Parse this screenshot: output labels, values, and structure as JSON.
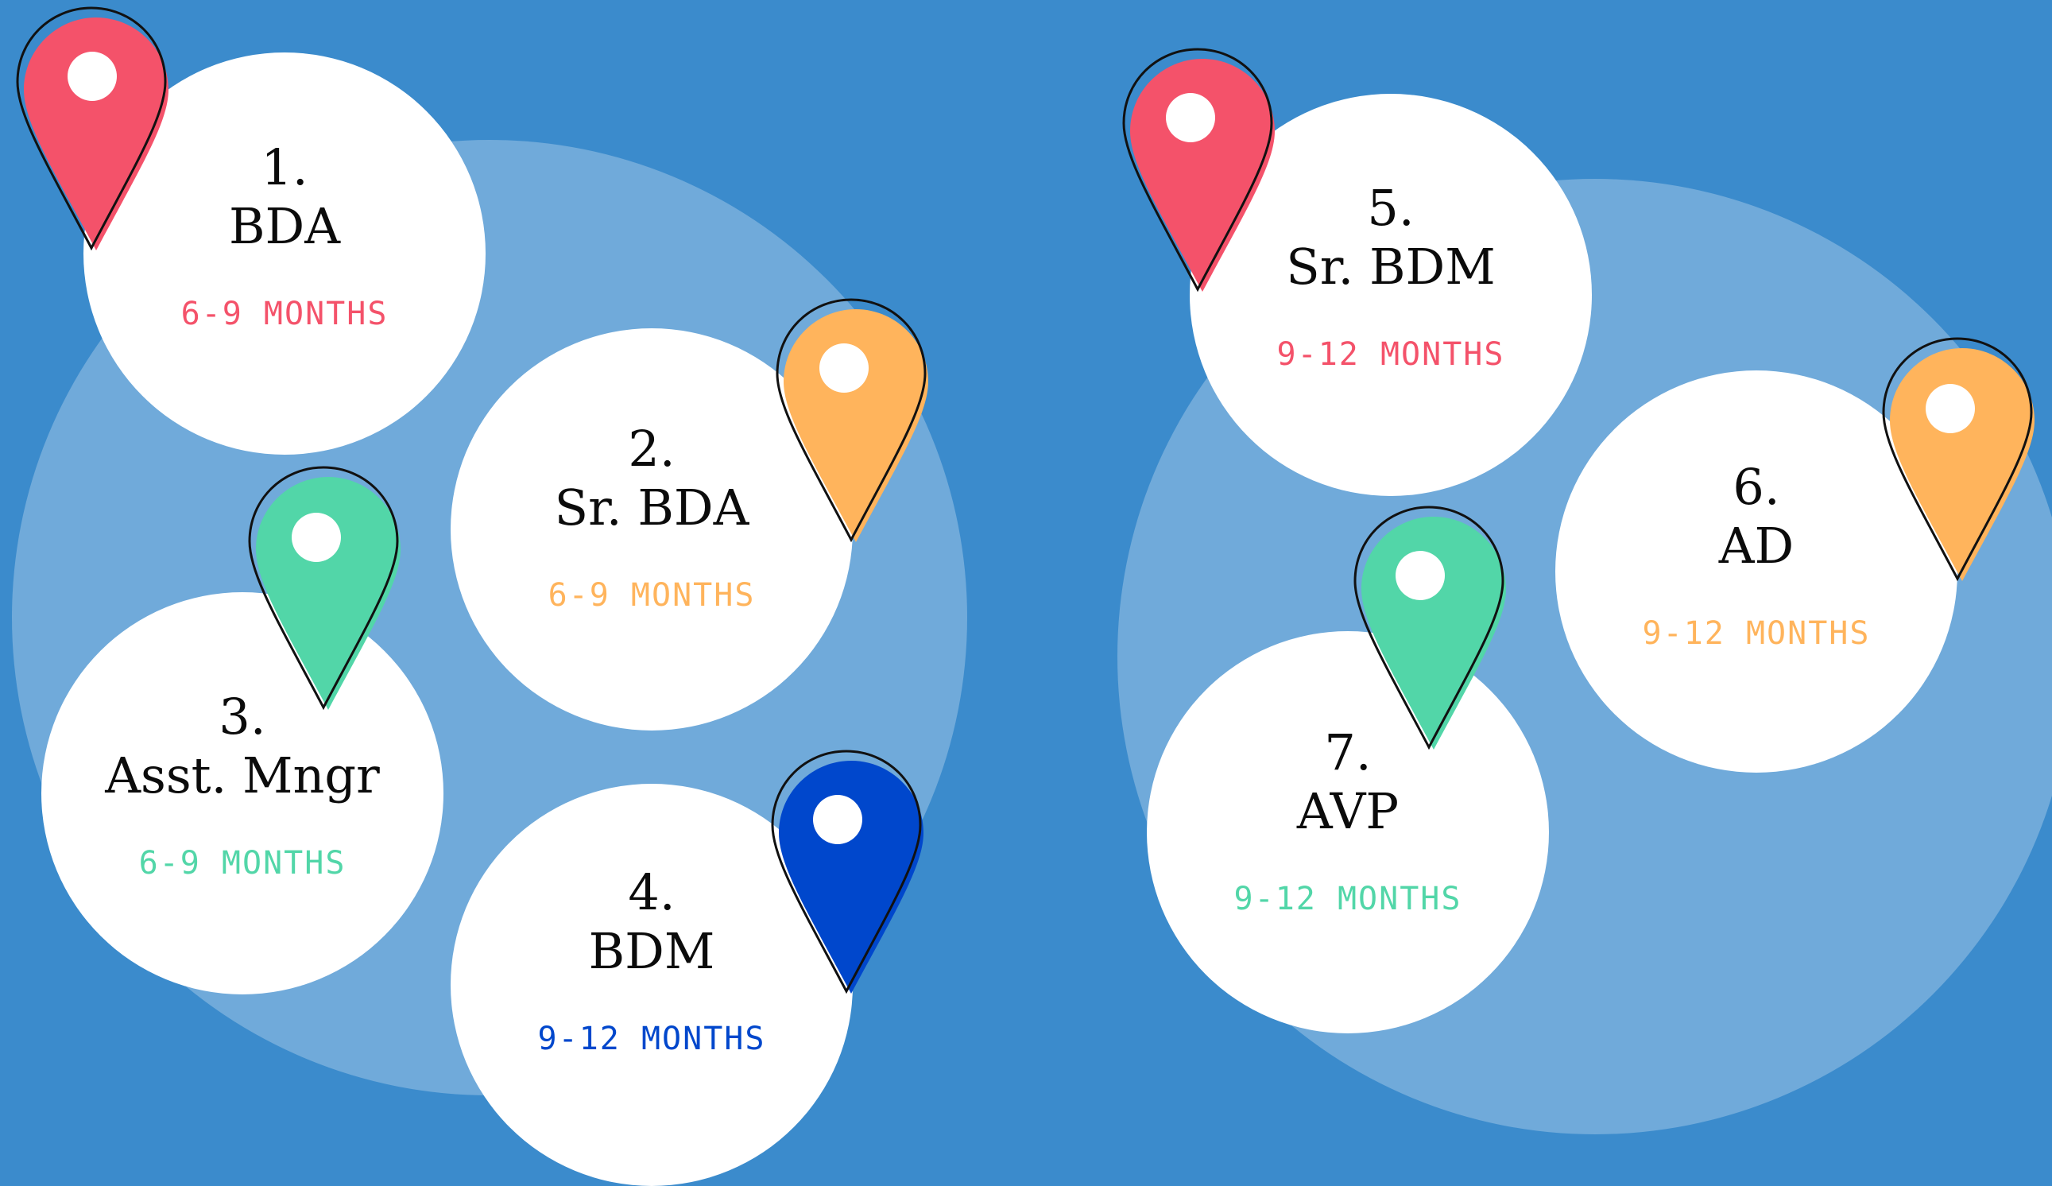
{
  "colors": {
    "background": "#3b8bcc",
    "red": "#f4526a",
    "orange": "#ffb45c",
    "green": "#52d6a8",
    "blue": "#0047cc"
  },
  "icon": "map-pin-icon",
  "stages": [
    {
      "number": "1.",
      "title": "BDA",
      "duration": "6-9 MONTHS",
      "color": "#f4526a"
    },
    {
      "number": "2.",
      "title": "Sr. BDA",
      "duration": "6-9 MONTHS",
      "color": "#ffb45c"
    },
    {
      "number": "3.",
      "title": "Asst. Mngr",
      "duration": "6-9 MONTHS",
      "color": "#52d6a8"
    },
    {
      "number": "4.",
      "title": "BDM",
      "duration": "9-12 MONTHS",
      "color": "#0047cc"
    },
    {
      "number": "5.",
      "title": "Sr. BDM",
      "duration": "9-12 MONTHS",
      "color": "#f4526a"
    },
    {
      "number": "6.",
      "title": "AD",
      "duration": "9-12 MONTHS",
      "color": "#ffb45c"
    },
    {
      "number": "7.",
      "title": "AVP",
      "duration": "9-12 MONTHS",
      "color": "#52d6a8"
    }
  ]
}
